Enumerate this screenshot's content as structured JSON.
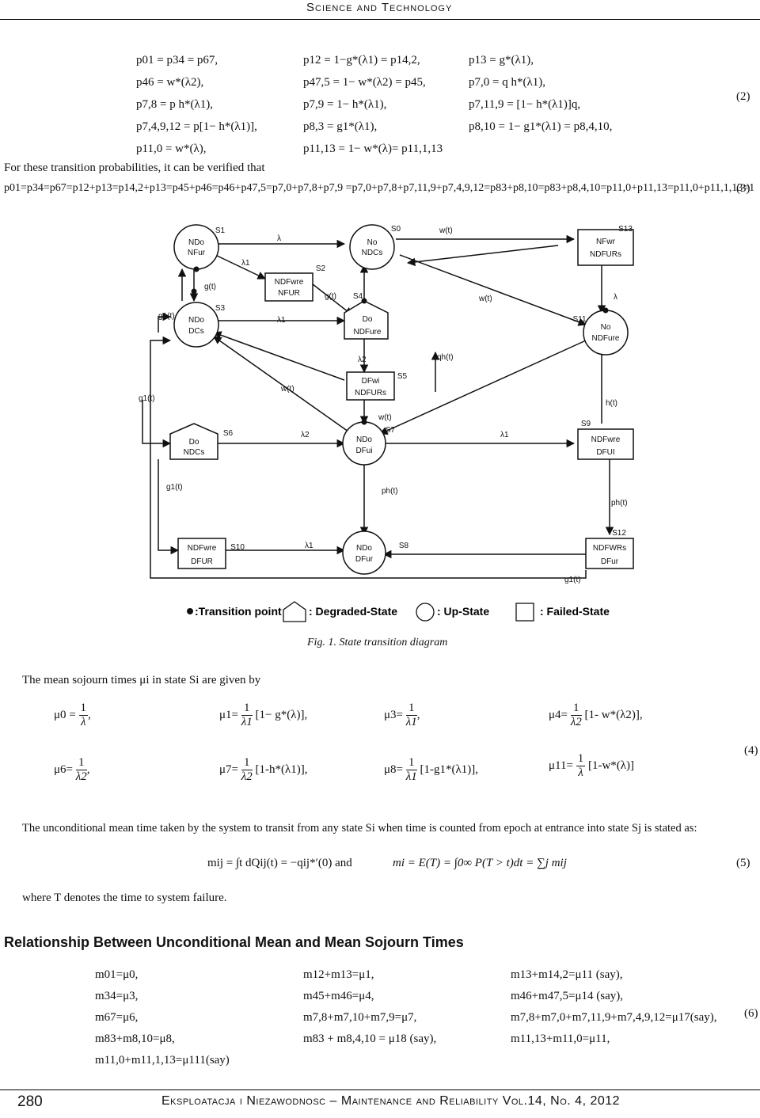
{
  "header": {
    "title": "Science and Technology"
  },
  "eq2": {
    "col1": [
      "p01 = p34 = p67,",
      "p46 = w*(λ2),",
      "p7,8 = p h*(λ1),",
      "p7,4,9,12 = p[1− h*(λ1)],",
      "p11,0 = w*(λ),"
    ],
    "col2": [
      "p12 = 1−g*(λ1) = p14,2,",
      "p47,5 = 1− w*(λ2) = p45,",
      "p7,9 = 1− h*(λ1),",
      "p8,3 = g1*(λ1),",
      "p11,13 = 1− w*(λ)= p11,1,13"
    ],
    "col3": [
      "p13 = g*(λ1),",
      "p7,0 = q h*(λ1),",
      "p7,11,9 = [1− h*(λ1)]q,",
      "p8,10 = 1− g1*(λ1) = p8,4,10,"
    ],
    "number": "(2)"
  },
  "verify_text": "For these transition probabilities, it can be verified that",
  "eq3": {
    "text": "p01=p34=p67=p12+p13=p14,2+p13=p45+p46=p46+p47,5=p7,0+p7,8+p7,9 =p7,0+p7,8+p7,11,9+p7,4,9,12=p83+p8,10=p83+p8,4,10=p11,0+p11,13=p11,0+p11,1,13=1",
    "number": "(3)"
  },
  "diagram": {
    "states": [
      {
        "id": "S1",
        "l1": "NDo",
        "l2": "NFur",
        "shape": "circle"
      },
      {
        "id": "S0",
        "l1": "No",
        "l2": "NDCs",
        "shape": "circle"
      },
      {
        "id": "S13",
        "l1": "NFwr",
        "l2": "NDFURs",
        "shape": "square"
      },
      {
        "id": "S2",
        "l1": "NDFwre",
        "l2": "NFUR",
        "shape": "square"
      },
      {
        "id": "S3",
        "l1": "NDo",
        "l2": "DCs",
        "shape": "circle"
      },
      {
        "id": "S4",
        "l1": "Do",
        "l2": "NDFure",
        "shape": "pentagon"
      },
      {
        "id": "S11",
        "l1": "No",
        "l2": "NDFure",
        "shape": "circle"
      },
      {
        "id": "S5",
        "l1": "DFwi",
        "l2": "NDFURs",
        "shape": "square"
      },
      {
        "id": "S6",
        "l1": "Do",
        "l2": "NDCs",
        "shape": "pentagon"
      },
      {
        "id": "S7",
        "l1": "NDo",
        "l2": "DFui",
        "shape": "circle"
      },
      {
        "id": "S9",
        "l1": "NDFwre",
        "l2": "DFUI",
        "shape": "square"
      },
      {
        "id": "S10",
        "l1": "NDFwre",
        "l2": "DFUR",
        "shape": "square"
      },
      {
        "id": "S8",
        "l1": "NDo",
        "l2": "DFur",
        "shape": "circle"
      },
      {
        "id": "S12",
        "l1": "NDFWRs",
        "l2": "DFur",
        "shape": "square"
      }
    ],
    "labels": {
      "lambda": "λ",
      "lambda1": "λ1",
      "lambda2": "λ2",
      "g": "g(t)",
      "g1": "g1(t)",
      "w": "w(t)",
      "qh": "qh(t)",
      "h": "h(t)",
      "ph": "ph(t)"
    },
    "legend": [
      {
        "shape": "dot",
        "label": ":Transition point"
      },
      {
        "shape": "pentagon",
        "label": ": Degraded-State"
      },
      {
        "shape": "circle",
        "label": ": Up-State"
      },
      {
        "shape": "square",
        "label": ": Failed-State"
      }
    ],
    "caption": "Fig. 1. State transition diagram"
  },
  "sojourn_intro": "The mean sojourn times μi in state Si are given by",
  "eq4": {
    "mu0": "μ0 =",
    "mu1": "μ1=",
    "mu3": "μ3=",
    "mu4": "μ4=",
    "mu6": "μ6=",
    "mu7": "μ7=",
    "mu8": "μ8=",
    "mu11": "μ11=",
    "one": "1",
    "d_lambda": "λ",
    "d_lambda1": "λ1",
    "d_lambda2": "λ2",
    "t1": "[1− g*(λ)],",
    "t4": "[1- w*(λ2)],",
    "t7": "[1-h*(λ1)],",
    "t8": "[1-g1*(λ1)],",
    "t11": "[1-w*(λ)]",
    "comma": ",",
    "number": "(4)"
  },
  "uncond_text": "The unconditional mean time taken by the system to transit from any state Si when time is counted from epoch at entrance into state Sj is stated as:",
  "eq5": {
    "left": "mij = ∫t dQij(t) = −qij*′(0) and",
    "right": "mi = E(T) = ∫0∞ P(T > t)dt = ∑j mij",
    "number": "(5)"
  },
  "where_text": "where T denotes the time to system failure.",
  "section_title": "Relationship Between Unconditional Mean and  Mean Sojourn Times",
  "eq6": {
    "col1": [
      "m01=μ0,",
      "m34=μ3,",
      "m67=μ6,",
      "m83+m8,10=μ8,",
      "m11,0+m11,1,13=μ111(say)"
    ],
    "col2": [
      "m12+m13=μ1,",
      "m45+m46=μ4,",
      "m7,8+m7,10+m7,9=μ7,",
      "m83 + m8,4,10 = μ18 (say),"
    ],
    "col3": [
      "m13+m14,2=μ11 (say),",
      "m46+m47,5=μ14 (say),",
      "m7,8+m7,0+m7,11,9+m7,4,9,12=μ17(say),",
      "m11,13+m11,0=μ11,"
    ],
    "number": "(6)"
  },
  "footer": {
    "page": "280",
    "journal": "Eksploatacja i Niezawodnosc – Maintenance and Reliability Vol.14, No. 4, 2012"
  }
}
